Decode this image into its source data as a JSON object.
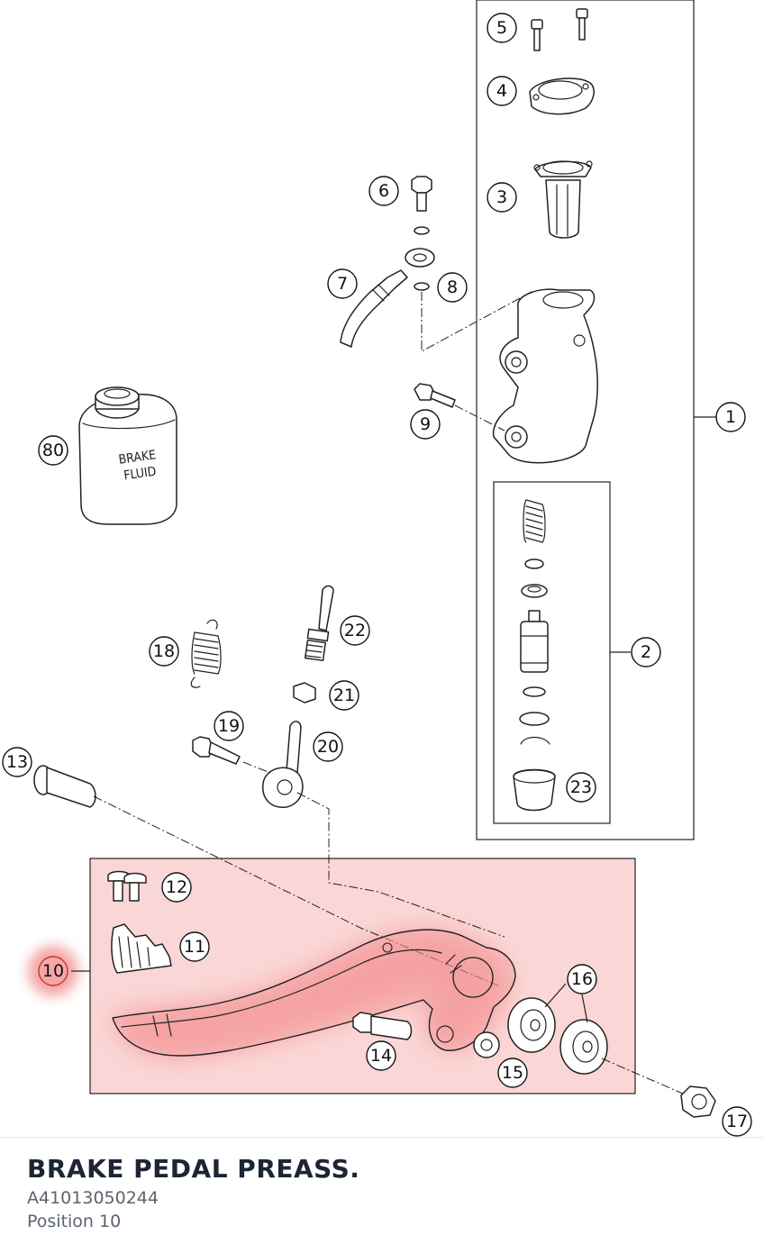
{
  "diagram": {
    "can_label_line1": "BRAKE",
    "can_label_line2": "FLUID",
    "highlight_color": "#f6a6a6",
    "highlighted_position": "10",
    "callouts": [
      {
        "id": "1",
        "label": "1"
      },
      {
        "id": "2",
        "label": "2"
      },
      {
        "id": "3",
        "label": "3"
      },
      {
        "id": "4",
        "label": "4"
      },
      {
        "id": "5",
        "label": "5"
      },
      {
        "id": "6",
        "label": "6"
      },
      {
        "id": "7",
        "label": "7"
      },
      {
        "id": "8",
        "label": "8"
      },
      {
        "id": "9",
        "label": "9"
      },
      {
        "id": "10",
        "label": "10"
      },
      {
        "id": "11",
        "label": "11"
      },
      {
        "id": "12",
        "label": "12"
      },
      {
        "id": "13",
        "label": "13"
      },
      {
        "id": "14",
        "label": "14"
      },
      {
        "id": "15",
        "label": "15"
      },
      {
        "id": "16",
        "label": "16"
      },
      {
        "id": "17",
        "label": "17"
      },
      {
        "id": "18",
        "label": "18"
      },
      {
        "id": "19",
        "label": "19"
      },
      {
        "id": "20",
        "label": "20"
      },
      {
        "id": "21",
        "label": "21"
      },
      {
        "id": "22",
        "label": "22"
      },
      {
        "id": "23",
        "label": "23"
      },
      {
        "id": "80",
        "label": "80"
      }
    ]
  },
  "footer": {
    "part_name": "BRAKE PEDAL PREASS.",
    "part_number": "A41013050244",
    "position": "Position 10"
  }
}
